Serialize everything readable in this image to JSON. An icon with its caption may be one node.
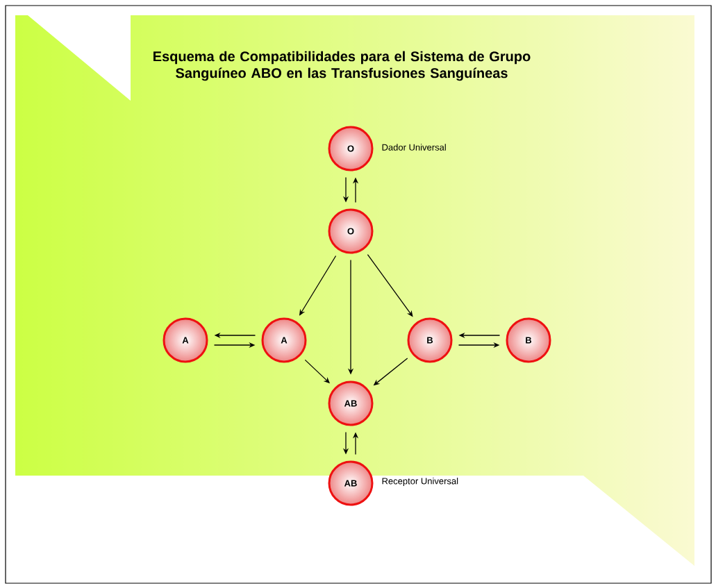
{
  "diagram": {
    "title": "Esquema de Compatibilidades para el Sistema de Grupo Sanguíneo ABO en las Transfusiones Sanguíneas",
    "nodes": [
      {
        "text": [
          "O"
        ],
        "beside": [
          "Dador Universal"
        ]
      },
      {
        "text": [
          "O"
        ]
      },
      {
        "text": [
          "A"
        ]
      },
      {
        "text": [
          "A"
        ]
      },
      {
        "text": [
          "B"
        ]
      },
      {
        "text": [
          "B"
        ]
      },
      {
        "text": [
          "AB"
        ]
      },
      {
        "text": [
          "AB"
        ],
        "beside": [
          "Receptor Universal"
        ]
      }
    ],
    "edges": [
      {
        "from": 0,
        "to": 1,
        "arrow": "to"
      },
      {
        "from": 1,
        "to": 0,
        "arrow": "to"
      },
      {
        "from": 1,
        "to": 3,
        "arrow": "to"
      },
      {
        "from": 1,
        "to": 6,
        "arrow": "to"
      },
      {
        "from": 1,
        "to": 4,
        "arrow": "to"
      },
      {
        "from": 3,
        "to": 2,
        "arrow": "to"
      },
      {
        "from": 2,
        "to": 3,
        "arrow": "to"
      },
      {
        "from": 5,
        "to": 4,
        "arrow": "to"
      },
      {
        "from": 4,
        "to": 5,
        "arrow": "to"
      },
      {
        "from": 3,
        "to": 6,
        "arrow": "to"
      },
      {
        "from": 4,
        "to": 6,
        "arrow": "to"
      },
      {
        "from": 6,
        "to": 7,
        "arrow": "to"
      },
      {
        "from": 7,
        "to": 6,
        "arrow": "to"
      }
    ]
  }
}
